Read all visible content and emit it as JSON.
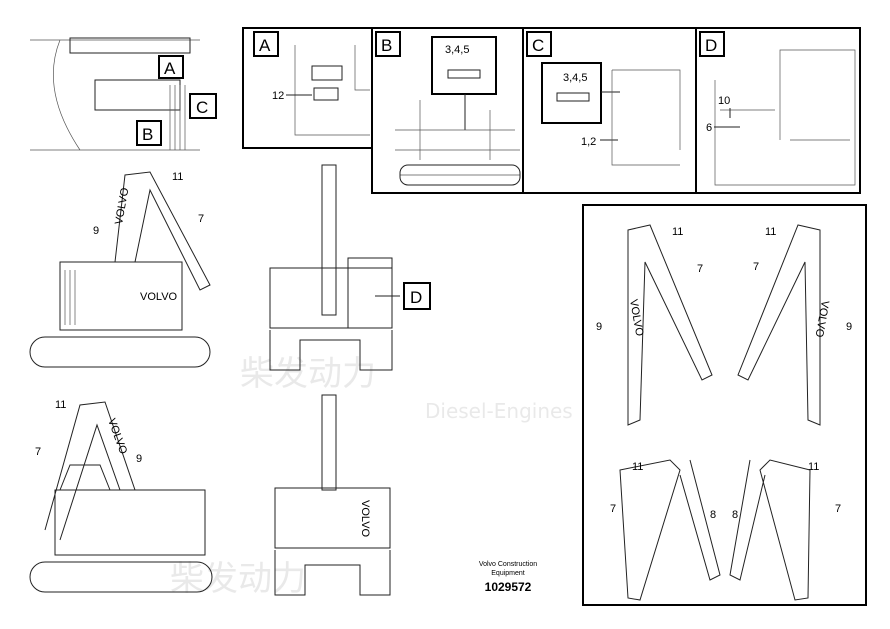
{
  "detail_views": {
    "a": {
      "letter": "A",
      "callouts": [
        "12"
      ]
    },
    "b": {
      "letter": "B",
      "callouts": [
        "3,4,5"
      ]
    },
    "c": {
      "letter": "C",
      "callouts": [
        "3,4,5",
        "1,2"
      ]
    },
    "d": {
      "letter": "D",
      "callouts": [
        "10",
        "6"
      ]
    }
  },
  "main_view_labels": {
    "a": "A",
    "b": "B",
    "c": "C",
    "d": "D"
  },
  "callouts": {
    "n11": "11",
    "n7": "7",
    "n9": "9",
    "n8": "8"
  },
  "caption": {
    "line1": "Volvo Construction",
    "line2": "Equipment",
    "part_number": "1029572"
  },
  "brand_text": "VOLVO",
  "watermark": {
    "cn": "柴发动力",
    "en": "Diesel-Engines"
  }
}
